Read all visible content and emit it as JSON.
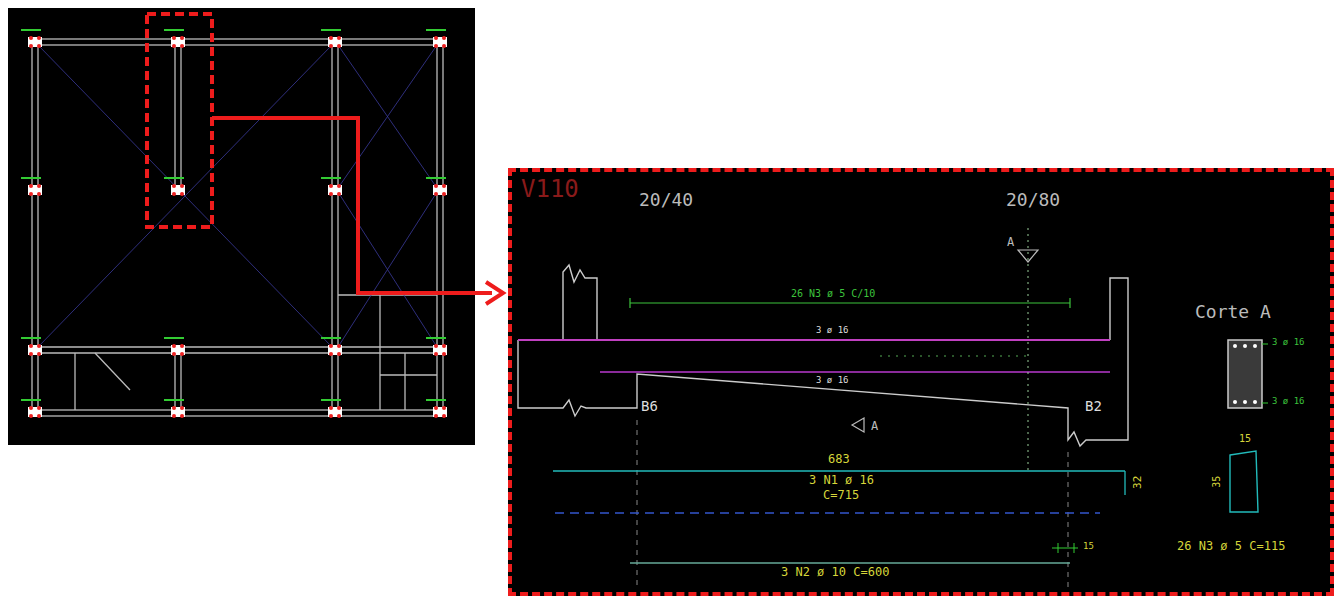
{
  "diagram": {
    "nodes": [
      {
        "text": [
          "V110"
        ]
      },
      {
        "text": [
          "Corte A"
        ],
        "in": 0
      }
    ],
    "labels": [
      "20/40",
      "20/80",
      "A",
      "26 N3 ø 5 C/10",
      "3 ø 16",
      "3 ø 16",
      "B6",
      "B2",
      "A",
      "683",
      "3 N1 ø 16",
      "C=715",
      "32",
      "15",
      "3 N2 ø 10 C=600",
      "3 ø 16",
      "3 ø 16",
      "15",
      "35",
      "26 N3 ø 5 C=115"
    ]
  }
}
